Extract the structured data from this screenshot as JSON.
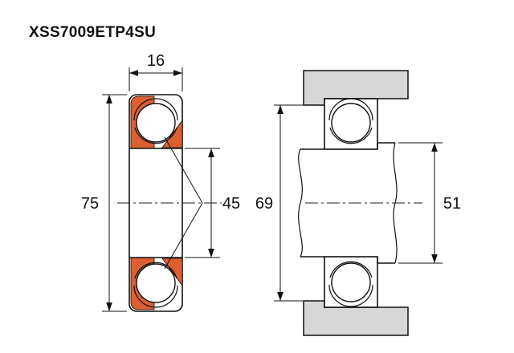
{
  "title": "XSS7009ETP4SU",
  "dimensions": {
    "width": "16",
    "outer_diameter": "75",
    "bore_diameter": "45",
    "housing_abutment_diameter": "69",
    "shaft_abutment_diameter": "51"
  },
  "colors": {
    "cage_orange": "#DC5F33",
    "housing_gray": "#D7D7D7"
  }
}
